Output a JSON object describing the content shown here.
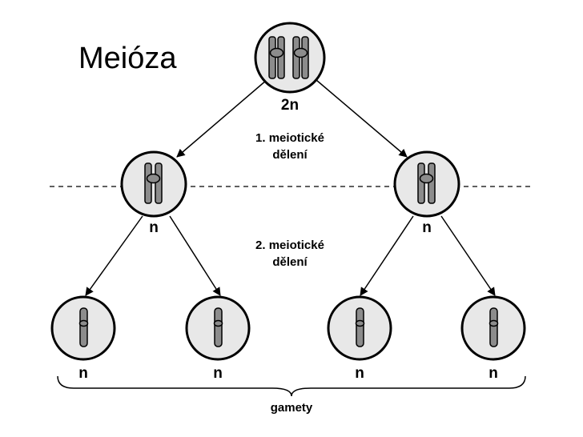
{
  "title": "Meióza",
  "labels": {
    "top_ploidy": "2n",
    "mid_ploidy": "n",
    "bottom_ploidy": "n",
    "division1_line1": "1. meiotické",
    "division1_line2": "dělení",
    "division2_line1": "2. meiotické",
    "division2_line2": "dělení",
    "gametes": "gamety"
  },
  "colors": {
    "cell_fill": "#e8e8e8",
    "chromosome_fill": "#8c8c8c",
    "outline": "#000000"
  }
}
